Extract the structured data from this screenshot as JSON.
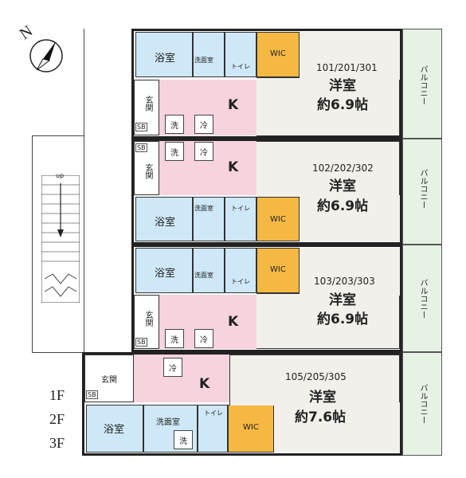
{
  "compass": {
    "north_label": "N"
  },
  "stairs": {
    "up_label": "up"
  },
  "units": [
    {
      "number": "101/201/301",
      "room_type": "洋室",
      "size": "約6.9帖"
    },
    {
      "number": "102/202/302",
      "room_type": "洋室",
      "size": "約6.9帖"
    },
    {
      "number": "103/203/303",
      "room_type": "洋室",
      "size": "約6.9帖"
    },
    {
      "number": "105/205/305",
      "room_type": "洋室",
      "size": "約7.6帖"
    }
  ],
  "labels": {
    "bath": "浴室",
    "washroom": "洗面室",
    "toilet": "トイレ",
    "wic": "WIC",
    "entrance": "玄関",
    "kitchen": "K",
    "washer": "洗",
    "fridge": "冷",
    "shoebox": "SB",
    "balcony": "バルコニー"
  },
  "floors": [
    "1F",
    "2F",
    "3F"
  ]
}
